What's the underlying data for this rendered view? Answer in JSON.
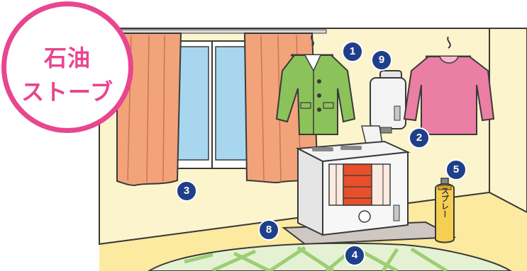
{
  "title": {
    "line1": "石油",
    "line2": "ストーブ"
  },
  "spray_label": "スプレー",
  "badges": [
    "1",
    "9",
    "2",
    "5",
    "3",
    "8",
    "4"
  ],
  "colors": {
    "accent_pink": "#e8468f",
    "badge_navy": "#1f3f8a",
    "wall": "#fcf4cc",
    "curtain": "#f2a37a",
    "jacket": "#8cc25a",
    "shirt": "#ea7fa3",
    "window_glass": "#a9d6ef"
  },
  "icons": [
    "stove-icon",
    "kerosene-tank-icon",
    "spray-can-icon",
    "jacket-icon",
    "shirt-icon",
    "curtain-icon",
    "window-icon",
    "futon-icon",
    "hanger-icon"
  ]
}
